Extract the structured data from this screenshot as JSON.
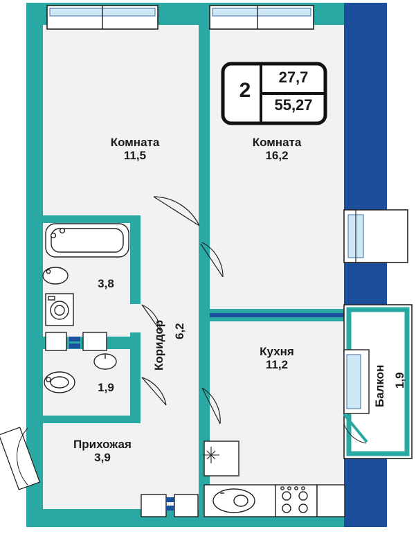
{
  "plan": {
    "badge": {
      "rooms": "2",
      "living_area": "27,7",
      "total_area": "55,27"
    },
    "rooms": [
      {
        "id": "room-left",
        "name": "Комната",
        "area": "11,5"
      },
      {
        "id": "room-right",
        "name": "Комната",
        "area": "16,2"
      },
      {
        "id": "bathroom",
        "name": "",
        "area": "3,8"
      },
      {
        "id": "wc",
        "name": "",
        "area": "1,9"
      },
      {
        "id": "corridor",
        "name": "Коридор",
        "area": "6,2"
      },
      {
        "id": "kitchen",
        "name": "Кухня",
        "area": "11,2"
      },
      {
        "id": "hallway",
        "name": "Прихожая",
        "area": "3,9"
      },
      {
        "id": "balcony",
        "name": "Балкон",
        "area": "1,9"
      }
    ],
    "colors": {
      "wall_teal": "#2aa9a4",
      "wall_dark_blue": "#1b4f9c",
      "floor": "#f2f2f2",
      "outline": "#222222",
      "window_blue": "#b8dcf0"
    }
  }
}
